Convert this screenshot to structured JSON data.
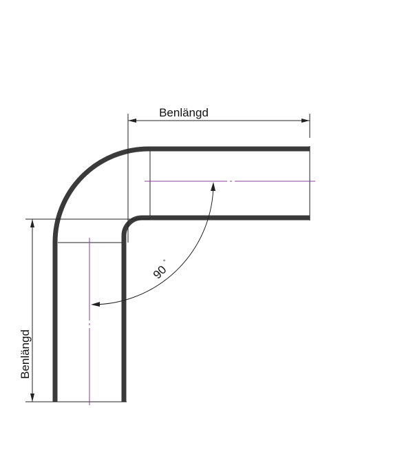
{
  "drawing": {
    "top_dimension_label": "Benlängd",
    "left_dimension_label": "Benlängd",
    "angle_value": "90",
    "angle_unit": "°"
  },
  "colors": {
    "pipe_wall": "#3a3a3a",
    "center_line": "#8a3d9c",
    "dimension_line": "#222222",
    "background": "#ffffff"
  }
}
